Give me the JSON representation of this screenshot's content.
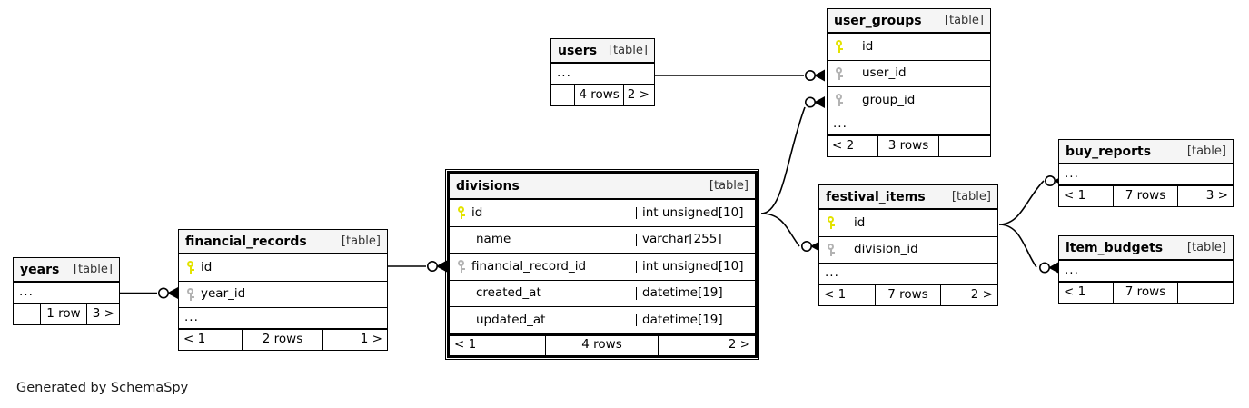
{
  "diagram": {
    "tool": "SchemaSpy",
    "credit": "Generated by SchemaSpy",
    "table_tag": "[table]",
    "focus_table": "divisions",
    "colors": {
      "background": "#ffffff",
      "header_fill": "#f5f5f5",
      "border": "#000000",
      "primary_key": "#e3e300",
      "foreign_key": "#b3b3b3"
    },
    "ellipsis": "..."
  },
  "tables": [
    {
      "id": "years",
      "name": "years",
      "tag": "[table]",
      "columns": [],
      "has_ellipsis": true,
      "footer": {
        "left": "",
        "middle": "1 row",
        "right": "3 >"
      }
    },
    {
      "id": "financial_records",
      "name": "financial_records",
      "tag": "[table]",
      "columns": [
        {
          "name": "id",
          "key": "primary",
          "type": ""
        },
        {
          "name": "year_id",
          "key": "foreign",
          "type": ""
        }
      ],
      "has_ellipsis": true,
      "footer": {
        "left": "< 1",
        "middle": "2 rows",
        "right": "1 >"
      }
    },
    {
      "id": "divisions",
      "name": "divisions",
      "tag": "[table]",
      "focus": true,
      "columns": [
        {
          "name": "id",
          "key": "primary",
          "type": "int unsigned[10]"
        },
        {
          "name": "name",
          "key": "none",
          "type": "varchar[255]"
        },
        {
          "name": "financial_record_id",
          "key": "foreign",
          "type": "int unsigned[10]"
        },
        {
          "name": "created_at",
          "key": "none",
          "type": "datetime[19]"
        },
        {
          "name": "updated_at",
          "key": "none",
          "type": "datetime[19]"
        }
      ],
      "has_ellipsis": false,
      "footer": {
        "left": "< 1",
        "middle": "4 rows",
        "right": "2 >"
      }
    },
    {
      "id": "users",
      "name": "users",
      "tag": "[table]",
      "columns": [],
      "has_ellipsis": true,
      "footer": {
        "left": "",
        "middle": "4 rows",
        "right": "2 >"
      }
    },
    {
      "id": "user_groups",
      "name": "user_groups",
      "tag": "[table]",
      "columns": [
        {
          "name": "id",
          "key": "primary",
          "type": ""
        },
        {
          "name": "user_id",
          "key": "foreign",
          "type": ""
        },
        {
          "name": "group_id",
          "key": "foreign",
          "type": ""
        }
      ],
      "has_ellipsis": true,
      "footer": {
        "left": "< 2",
        "middle": "3 rows",
        "right": ""
      }
    },
    {
      "id": "festival_items",
      "name": "festival_items",
      "tag": "[table]",
      "columns": [
        {
          "name": "id",
          "key": "primary",
          "type": ""
        },
        {
          "name": "division_id",
          "key": "foreign",
          "type": ""
        }
      ],
      "has_ellipsis": true,
      "footer": {
        "left": "< 1",
        "middle": "7 rows",
        "right": "2 >"
      }
    },
    {
      "id": "buy_reports",
      "name": "buy_reports",
      "tag": "[table]",
      "columns": [],
      "has_ellipsis": true,
      "footer": {
        "left": "< 1",
        "middle": "7 rows",
        "right": "3 >"
      }
    },
    {
      "id": "item_budgets",
      "name": "item_budgets",
      "tag": "[table]",
      "columns": [],
      "has_ellipsis": true,
      "footer": {
        "left": "< 1",
        "middle": "7 rows",
        "right": ""
      }
    }
  ],
  "relationships": [
    {
      "from": "years",
      "to": "financial_records.year_id"
    },
    {
      "from": "financial_records",
      "to": "divisions.financial_record_id"
    },
    {
      "from": "users",
      "to": "user_groups.user_id"
    },
    {
      "from": "divisions",
      "to": "user_groups.group_id"
    },
    {
      "from": "divisions",
      "to": "festival_items.division_id"
    },
    {
      "from": "festival_items",
      "to": "buy_reports"
    },
    {
      "from": "festival_items",
      "to": "item_budgets"
    }
  ]
}
